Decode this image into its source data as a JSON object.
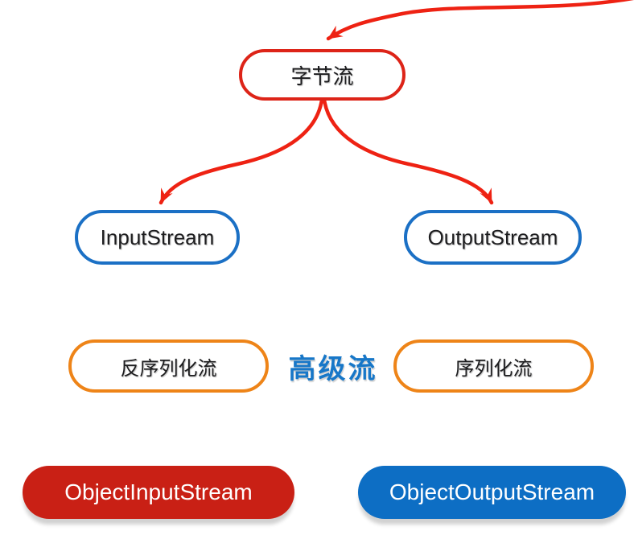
{
  "diagram": {
    "nodes": {
      "byte_stream": {
        "label": "字节流"
      },
      "input_stream": {
        "label": "InputStream"
      },
      "output_stream": {
        "label": "OutputStream"
      },
      "deserialization_stream": {
        "label": "反序列化流"
      },
      "serialization_stream": {
        "label": "序列化流"
      },
      "object_input_stream": {
        "label": "ObjectInputStream"
      },
      "object_output_stream": {
        "label": "ObjectOutputStream"
      }
    },
    "annotation": {
      "label": "高级流"
    },
    "edges": [
      {
        "from": "offscreen-top-right",
        "to": "byte_stream"
      },
      {
        "from": "byte_stream",
        "to": "input_stream"
      },
      {
        "from": "byte_stream",
        "to": "output_stream"
      }
    ],
    "colors": {
      "arrow_red": "#ee2213",
      "red_border": "#dd2418",
      "red_fill": "#c92015",
      "blue_border": "#1b70c5",
      "blue_fill": "#0d6ec4",
      "orange_border": "#ee8418",
      "annotation_blue": "#1777c8",
      "text_dark": "#1d1d1f",
      "text_light": "#ffffff"
    }
  }
}
